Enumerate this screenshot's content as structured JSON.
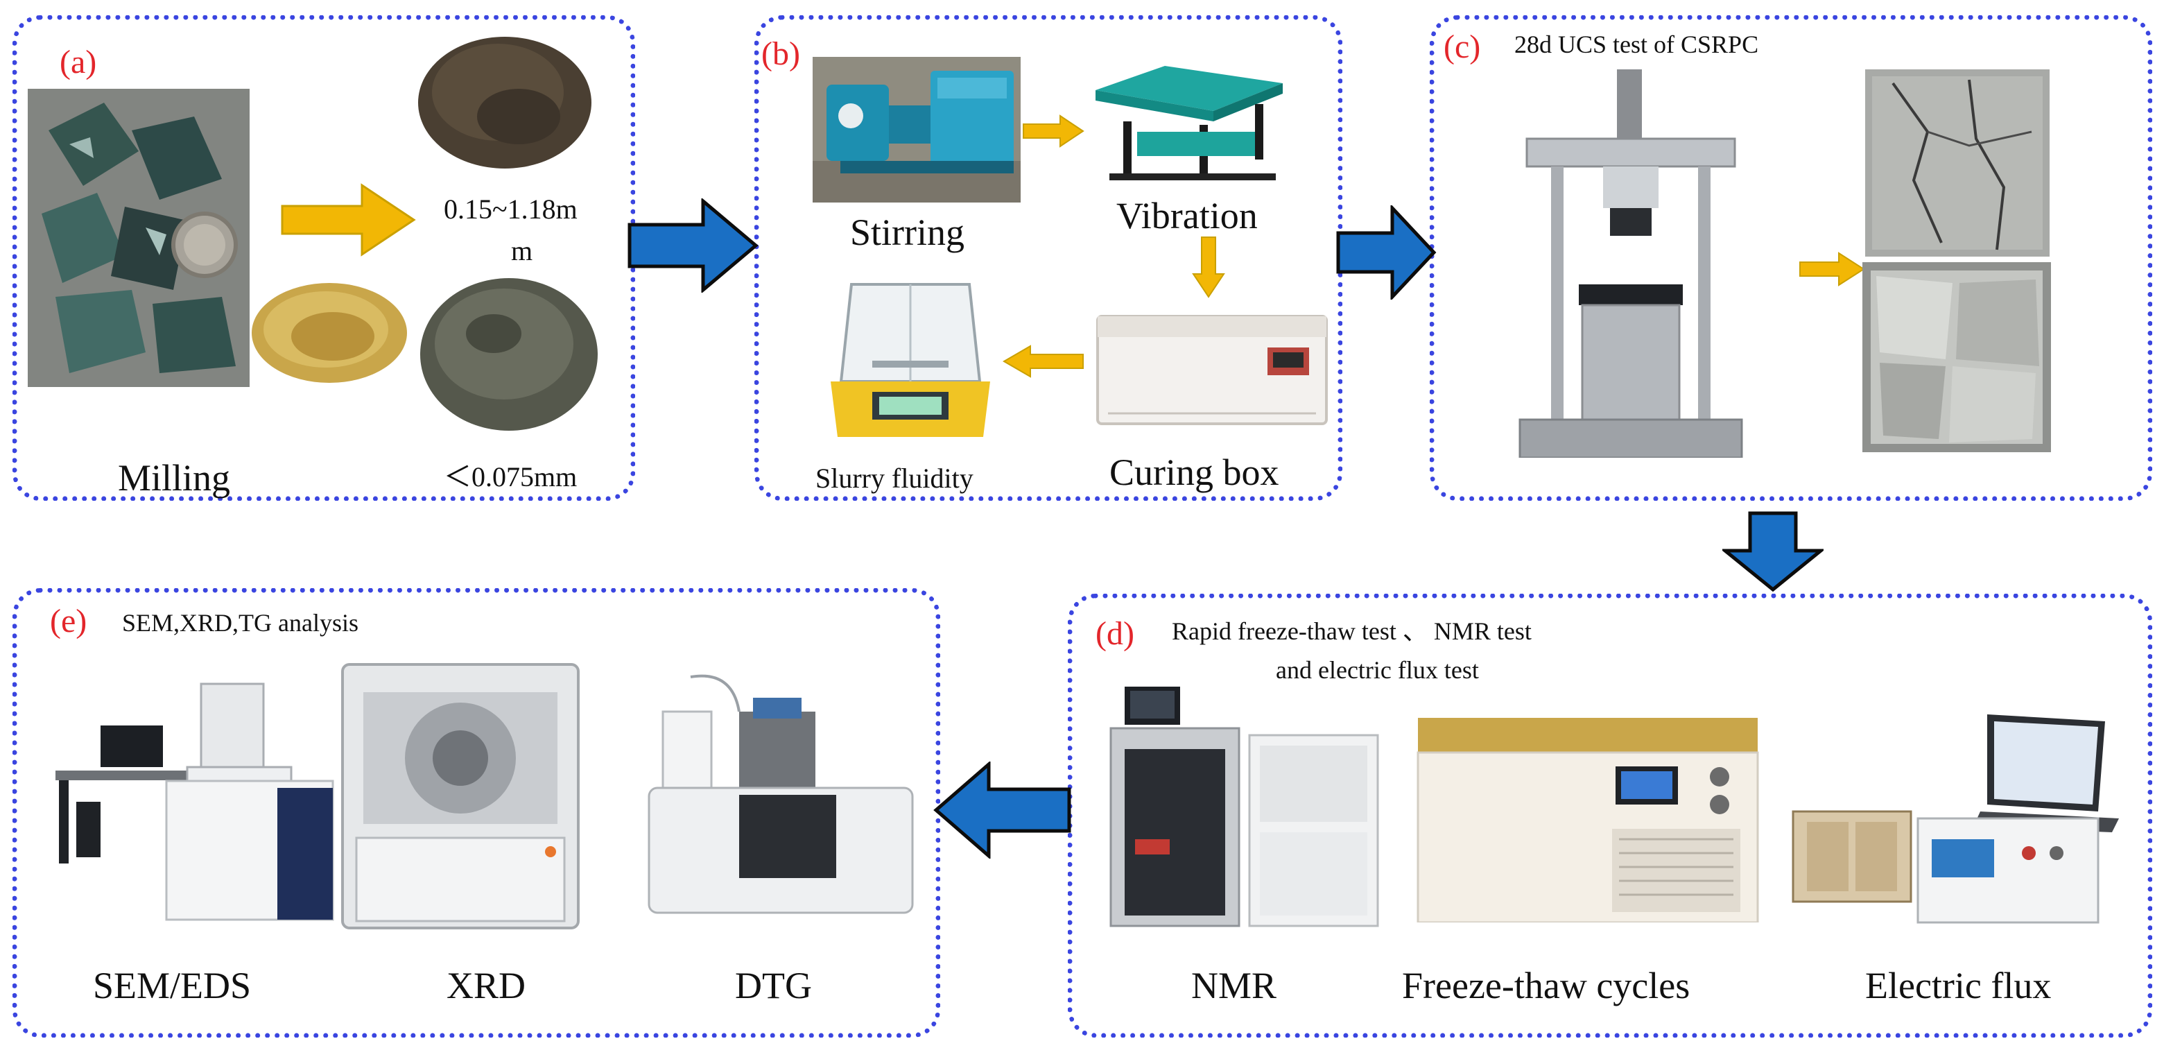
{
  "panel_a": {
    "tag": "(a)",
    "size_coarse": "0.15~1.18m",
    "size_coarse_wrap": "m",
    "milling": "Milling",
    "size_fine": "＜0.075mm"
  },
  "panel_b": {
    "tag": "(b)",
    "stirring": "Stirring",
    "vibration": "Vibration",
    "slurry_fluidity": "Slurry fluidity",
    "curing_box": "Curing box"
  },
  "panel_c": {
    "tag": "(c)",
    "title": "28d UCS test of CSRPC"
  },
  "panel_d": {
    "tag": "(d)",
    "title_line1": "Rapid freeze-thaw test 、 NMR test",
    "title_line2": "and electric flux test",
    "nmr": "NMR",
    "freeze_thaw": "Freeze-thaw cycles",
    "electric_flux": "Electric flux"
  },
  "panel_e": {
    "tag": "(e)",
    "title": "SEM,XRD,TG analysis",
    "sem": "SEM/EDS",
    "xrd": "XRD",
    "dtg": "DTG"
  },
  "colors": {
    "panel_border": "#3a45e0",
    "tag_red": "#e3262b",
    "arrow_blue": "#1a6fc4",
    "arrow_gold": "#f2b705"
  }
}
